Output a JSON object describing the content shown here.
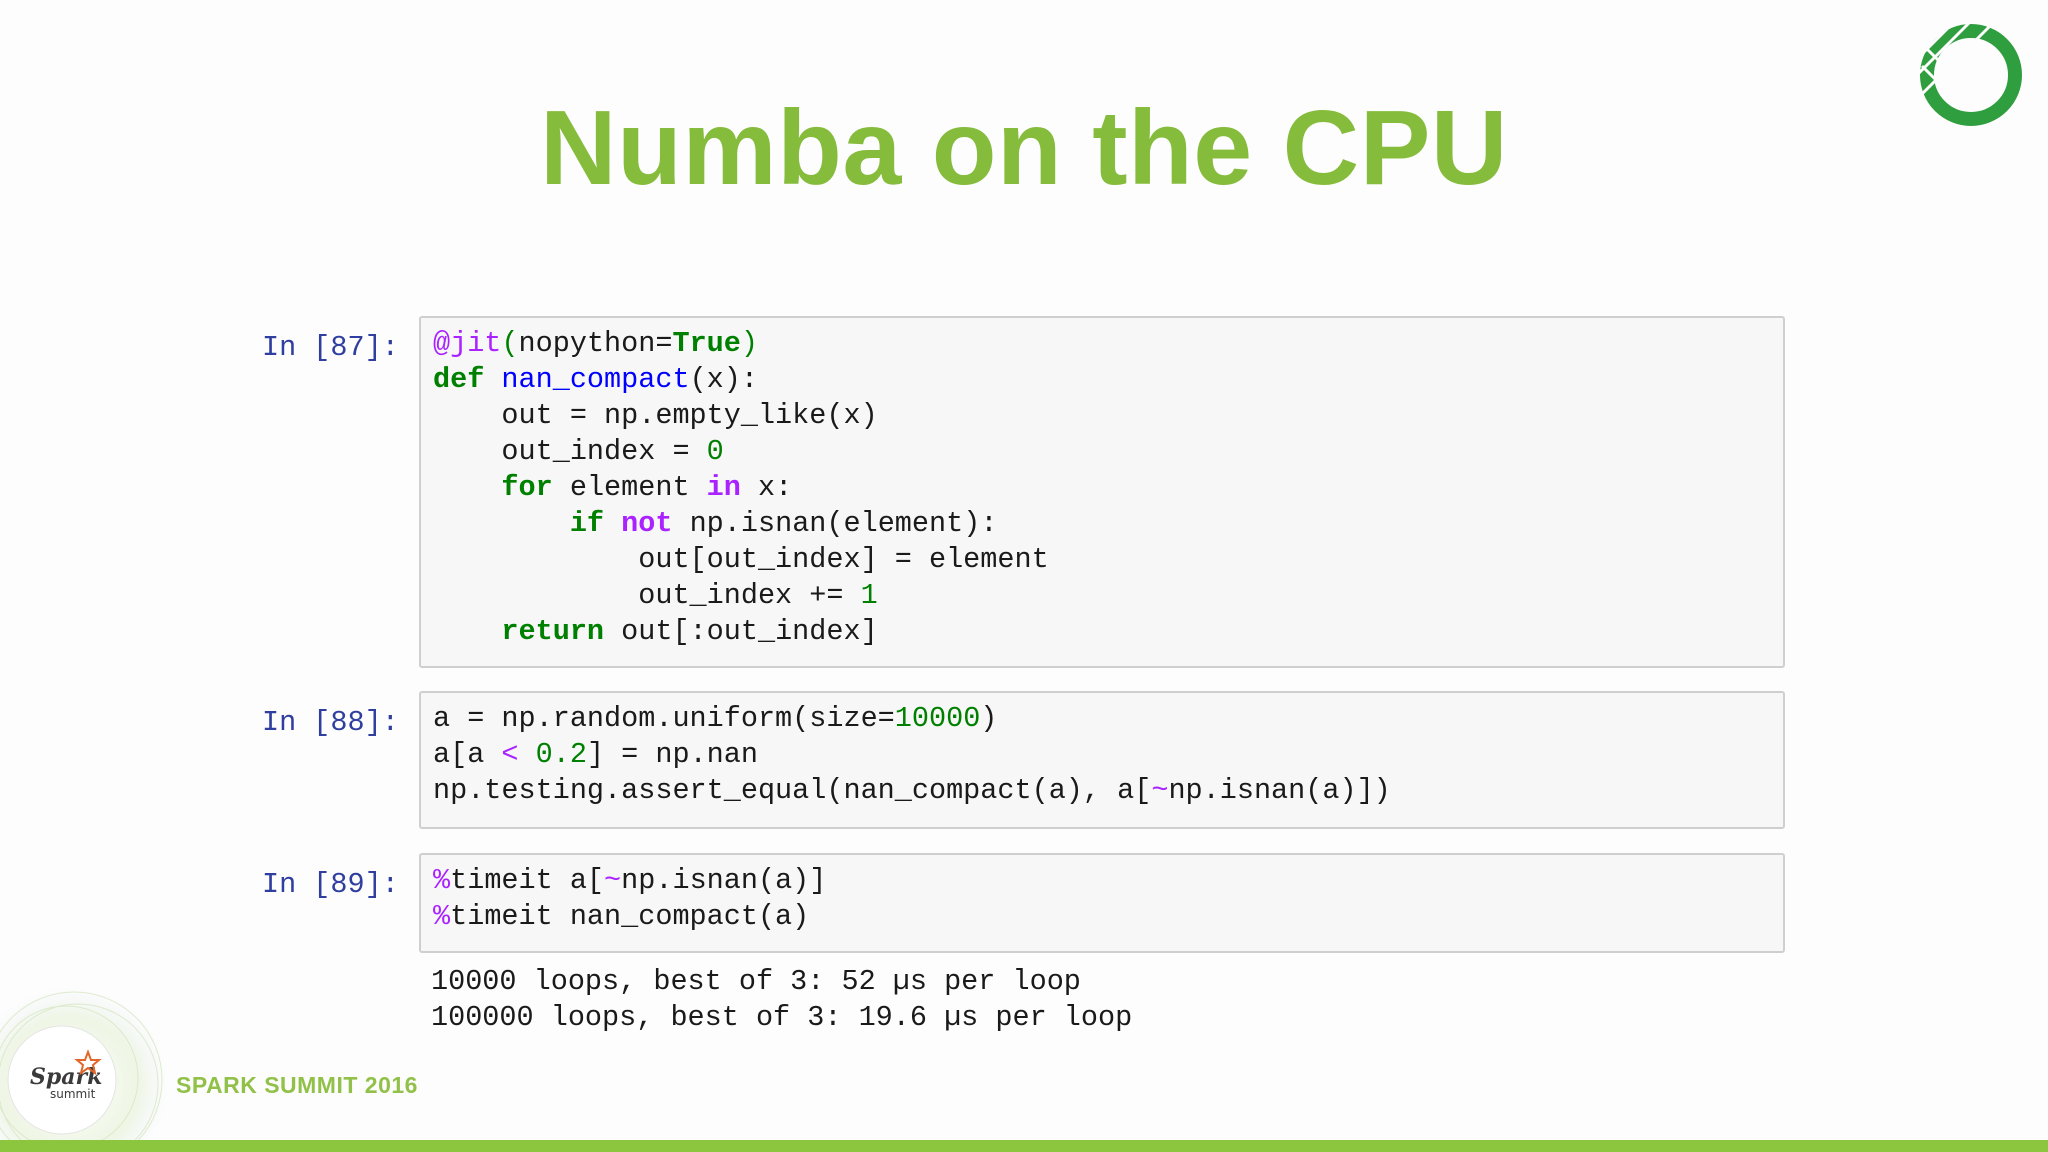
{
  "slide": {
    "title": "Numba on the CPU",
    "footer": "SPARK SUMMIT 2016",
    "accent_color": "#86bc3c",
    "logo_icon": "ring-logo-icon",
    "brand_icon": "spark-summit-logo-icon"
  },
  "cells": [
    {
      "prompt": "In [87]:",
      "lines": [
        "@jit(nopython=True)",
        "def nan_compact(x):",
        "    out = np.empty_like(x)",
        "    out_index = 0",
        "    for element in x:",
        "        if not np.isnan(element):",
        "            out[out_index] = element",
        "            out_index += 1",
        "    return out[:out_index]"
      ]
    },
    {
      "prompt": "In [88]:",
      "lines": [
        "a = np.random.uniform(size=10000)",
        "a[a < 0.2] = np.nan",
        "np.testing.assert_equal(nan_compact(a), a[~np.isnan(a)])"
      ]
    },
    {
      "prompt": "In [89]:",
      "lines": [
        "%timeit a[~np.isnan(a)]",
        "%timeit nan_compact(a)"
      ],
      "output": [
        "10000 loops, best of 3: 52 µs per loop",
        "100000 loops, best of 3: 19.6 µs per loop"
      ]
    }
  ]
}
